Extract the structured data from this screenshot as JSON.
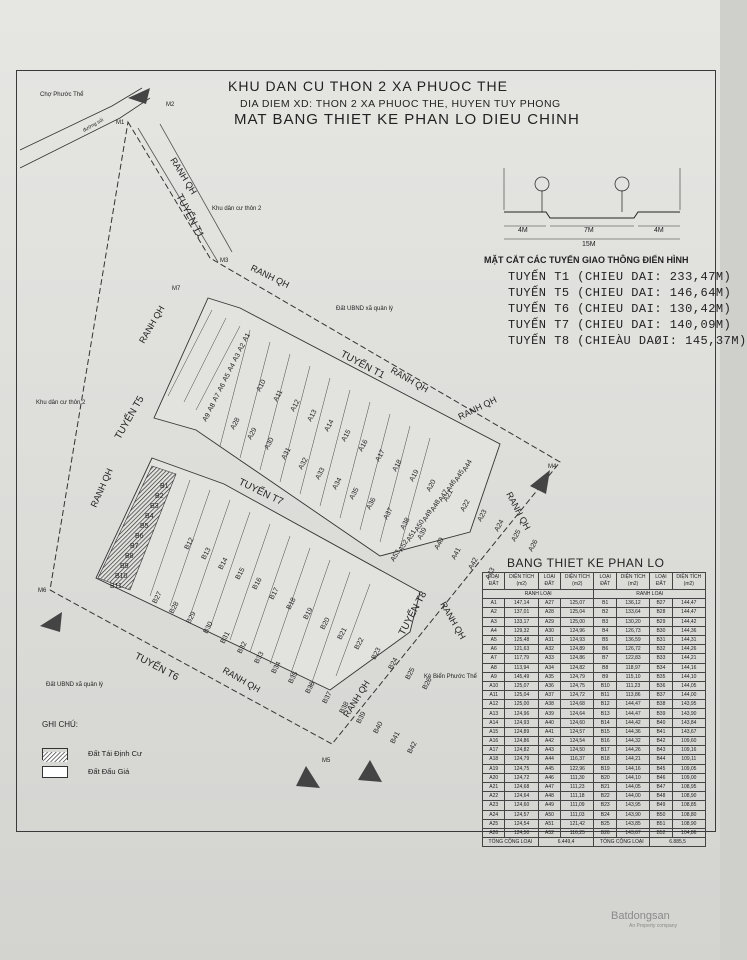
{
  "title": {
    "line1": "KHU DAN CU THON 2 XA PHUOC THE",
    "line2": "DIA DIEM XD: THON 2 XA PHUOC THE, HUYEN TUY PHONG",
    "line3": "MAT BANG THIET KE PHAN LO DIEU CHINH"
  },
  "cross_section": {
    "title": "MẶT CẮT CÁC TUYẾN GIAO THÔNG ĐIỂN HÌNH",
    "dims": [
      "4M",
      "7M",
      "4M",
      "15M"
    ],
    "routes": [
      "TUYẾN T1 (CHIEU DAI: 233,47M)",
      "TUYẾN T5 (CHIEU DAI: 146,64M)",
      "TUYẾN T6 (CHIEU DAI: 130,42M)",
      "TUYẾN T7 (CHIEU DAI: 140,09M)",
      "TUYẾN T8 (CHIEÀU DAØI: 145,37M)"
    ]
  },
  "map_labels": {
    "cho": "Chợ Phước Thể",
    "duong": "đường sỏi",
    "kdc1": "Khu dân cư thôn 2",
    "kdc2": "Khu dân cư thôn 2",
    "ubnd1": "Đất UBND xã quản lý",
    "ubnd2": "Đất UBND xã quản lý",
    "ke": "Kè Biển Phước Thể",
    "ranh": "RANH QH",
    "tuyen_t1": "TUYẾN T1",
    "tuyen_t5": "TUYẾN T5",
    "tuyen_t6": "TUYẾN T6",
    "tuyen_t7": "TUYẾN T7",
    "tuyen_t8": "TUYẾN T8",
    "m1": "M1",
    "m2": "M2",
    "m3": "M3",
    "m4": "M4",
    "m5": "M5",
    "m6": "M6",
    "m7": "M7"
  },
  "lots": {
    "row_a_left": [
      "A1",
      "A2",
      "A3",
      "A4",
      "A5",
      "A6",
      "A7",
      "A8",
      "A9"
    ],
    "row_a_mid": [
      "A10",
      "A11",
      "A12",
      "A13",
      "A14",
      "A15",
      "A16",
      "A17",
      "A18",
      "A19",
      "A20",
      "A21",
      "A22",
      "A23",
      "A24",
      "A25",
      "A26"
    ],
    "row_a_back": [
      "A28",
      "A29",
      "A30",
      "A31",
      "A32",
      "A33",
      "A34",
      "A35",
      "A36",
      "A37",
      "A38",
      "A39",
      "A40",
      "A41",
      "A42",
      "A43"
    ],
    "row_a_end": [
      "A44",
      "A45",
      "A46",
      "A47",
      "A48",
      "A49",
      "A50",
      "A51",
      "A52",
      "A53"
    ],
    "row_b_res": [
      "B1",
      "B2",
      "B3",
      "B4",
      "B5",
      "B6",
      "B7",
      "B8",
      "B9",
      "B10",
      "B11"
    ],
    "row_b_mid": [
      "B12",
      "B13",
      "B14",
      "B15",
      "B16",
      "B17",
      "B18",
      "B19",
      "B20",
      "B21",
      "B22",
      "B23",
      "B24",
      "B25",
      "B26"
    ],
    "row_b_back": [
      "B27",
      "B28",
      "B29",
      "B30",
      "B31",
      "B32",
      "B33",
      "B34",
      "B35",
      "B36",
      "B37",
      "B38",
      "B39",
      "B40",
      "B41",
      "B42"
    ]
  },
  "table": {
    "title": "BANG THIET KE PHAN LO",
    "headers": [
      "LOẠI ĐẤT",
      "DIỆN TÍCH (m2)",
      "LOẠI ĐẤT",
      "DIỆN TÍCH (m2)",
      "LOẠI ĐẤT",
      "DIỆN TÍCH (m2)",
      "LOẠI ĐẤT",
      "DIỆN TÍCH (m2)"
    ],
    "subheader_left": "RANH LOẠI",
    "subheader_right": "RANH LOẠI",
    "rows": [
      [
        "A1",
        "147,14",
        "A27",
        "125,07",
        "B1",
        "136,12",
        "B27",
        "144,47"
      ],
      [
        "A2",
        "137,01",
        "A28",
        "125,04",
        "B2",
        "133,64",
        "B28",
        "144,47"
      ],
      [
        "A3",
        "133,17",
        "A29",
        "125,00",
        "B3",
        "130,20",
        "B29",
        "144,42"
      ],
      [
        "A4",
        "129,32",
        "A30",
        "124,96",
        "B4",
        "126,73",
        "B30",
        "144,36"
      ],
      [
        "A5",
        "125,48",
        "A31",
        "124,93",
        "B5",
        "136,59",
        "B31",
        "144,31"
      ],
      [
        "A6",
        "121,63",
        "A32",
        "124,89",
        "B6",
        "126,72",
        "B32",
        "144,26"
      ],
      [
        "A7",
        "117,79",
        "A33",
        "124,86",
        "B7",
        "122,83",
        "B33",
        "144,21"
      ],
      [
        "A8",
        "113,94",
        "A34",
        "124,82",
        "B8",
        "118,97",
        "B34",
        "144,16"
      ],
      [
        "A9",
        "145,49",
        "A35",
        "124,79",
        "B9",
        "115,10",
        "B35",
        "144,10"
      ],
      [
        "A10",
        "125,07",
        "A36",
        "124,75",
        "B10",
        "111,23",
        "B36",
        "144,05"
      ],
      [
        "A11",
        "125,04",
        "A37",
        "124,72",
        "B11",
        "113,86",
        "B37",
        "144,00"
      ],
      [
        "A12",
        "125,00",
        "A38",
        "124,68",
        "B12",
        "144,47",
        "B38",
        "143,95"
      ],
      [
        "A13",
        "124,96",
        "A39",
        "124,64",
        "B13",
        "144,47",
        "B39",
        "143,90"
      ],
      [
        "A14",
        "124,93",
        "A40",
        "124,60",
        "B14",
        "144,42",
        "B40",
        "143,84"
      ],
      [
        "A15",
        "124,89",
        "A41",
        "124,57",
        "B15",
        "144,36",
        "B41",
        "143,67"
      ],
      [
        "A16",
        "124,86",
        "A42",
        "124,54",
        "B16",
        "144,32",
        "B42",
        "109,60"
      ],
      [
        "A17",
        "124,82",
        "A43",
        "124,50",
        "B17",
        "144,26",
        "B43",
        "109,16"
      ],
      [
        "A18",
        "124,79",
        "A44",
        "116,37",
        "B18",
        "144,21",
        "B44",
        "109,11"
      ],
      [
        "A19",
        "124,75",
        "A45",
        "122,96",
        "B19",
        "144,16",
        "B45",
        "109,05"
      ],
      [
        "A20",
        "124,72",
        "A46",
        "111,30",
        "B20",
        "144,10",
        "B46",
        "109,00"
      ],
      [
        "A21",
        "124,68",
        "A47",
        "111,23",
        "B21",
        "144,05",
        "B47",
        "108,95"
      ],
      [
        "A22",
        "124,64",
        "A48",
        "111,18",
        "B22",
        "144,00",
        "B48",
        "108,90"
      ],
      [
        "A23",
        "124,60",
        "A49",
        "111,09",
        "B23",
        "143,95",
        "B49",
        "108,85"
      ],
      [
        "A24",
        "124,57",
        "A50",
        "111,03",
        "B24",
        "143,90",
        "B50",
        "108,80"
      ],
      [
        "A25",
        "124,54",
        "A51",
        "121,42",
        "B25",
        "143,85",
        "B51",
        "108,90"
      ],
      [
        "A26",
        "124,50",
        "A52",
        "116,25",
        "B26",
        "143,67",
        "B52",
        "104,86"
      ]
    ],
    "total_left_label": "TỔNG CỘNG LOẠI",
    "total_left": "6.449,4",
    "total_right_label": "TỔNG CỘNG LOẠI",
    "total_right": "6.885,5"
  },
  "legend": {
    "title": "GHI CHÚ:",
    "items": [
      "Đất Tái Định Cư",
      "Đất Đấu Giá"
    ]
  },
  "watermark": {
    "brand": "Batdongsan",
    "sub": "An Property company"
  }
}
